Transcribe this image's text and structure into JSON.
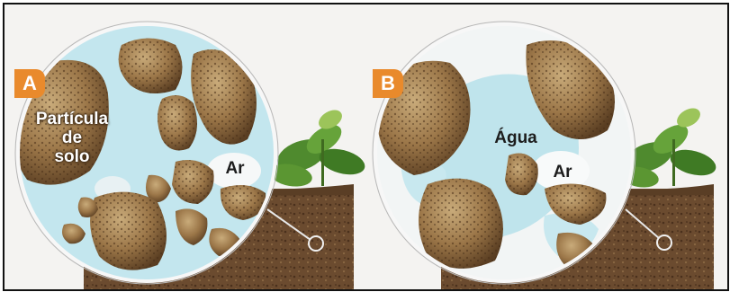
{
  "panels": [
    {
      "badge": "A",
      "labels": {
        "particle": "Partícula\nde\nsolo",
        "air": "Ar"
      }
    },
    {
      "badge": "B",
      "labels": {
        "water": "Água",
        "air": "Ar"
      }
    }
  ],
  "colors": {
    "badge": "#e98a2c",
    "water": "#bfe4ec",
    "air_pocket": "#f6f8f8",
    "soil": "#6a4a2e",
    "particle": "#a58356",
    "leaf": "#4f8a2e"
  }
}
